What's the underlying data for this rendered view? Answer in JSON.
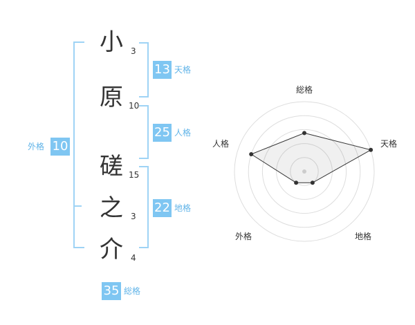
{
  "name": [
    {
      "char": "小",
      "strokes": "3"
    },
    {
      "char": "原",
      "strokes": "10"
    },
    {
      "char": "磋",
      "strokes": "15"
    },
    {
      "char": "之",
      "strokes": "3"
    },
    {
      "char": "介",
      "strokes": "4"
    }
  ],
  "kaku": {
    "tenkaku": {
      "label": "天格",
      "value": "13"
    },
    "jinkaku": {
      "label": "人格",
      "value": "25"
    },
    "chikaku": {
      "label": "地格",
      "value": "22"
    },
    "gaikaku": {
      "label": "外格",
      "value": "10"
    },
    "soukaku": {
      "label": "総格",
      "value": "35"
    }
  },
  "colors": {
    "accent": "#7fc6f2",
    "accent_text": "#61b4e8",
    "bracket": "#9ed3f5"
  },
  "chart_data": {
    "type": "radar",
    "axes": [
      "総格",
      "天格",
      "地格",
      "外格",
      "人格"
    ],
    "values": [
      0.55,
      1.0,
      0.2,
      0.2,
      0.8
    ],
    "range": [
      0,
      1
    ],
    "rings": 5,
    "grid": true
  }
}
